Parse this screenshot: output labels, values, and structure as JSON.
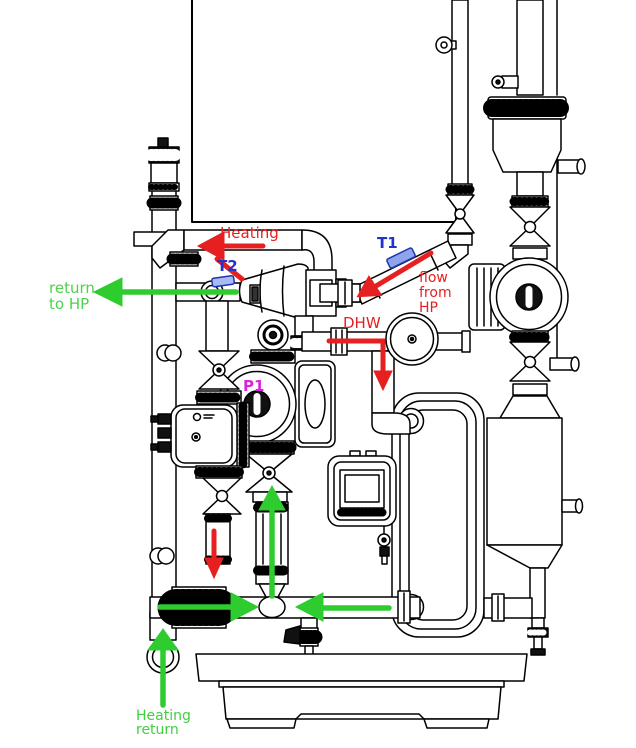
{
  "diagram": {
    "type": "piping-schematic",
    "description": "Heat pump hydronic module line drawing with flow annotations",
    "labels": {
      "heating_supply": "Heating",
      "sensor_t1": "T1",
      "sensor_t2": "T2",
      "dhw": "DHW",
      "pump_p1": "P1",
      "return_to_hp_line1": "return",
      "return_to_hp_line2": "to HP",
      "flow_from_hp_line1": "flow",
      "flow_from_hp_line2": "from",
      "flow_from_hp_line3": "HP",
      "heating_return_line1": "Heating",
      "heating_return_line2": "return"
    },
    "colors": {
      "line_art": "#000000",
      "background": "#ffffff",
      "annotation_red": "#e62020",
      "annotation_green": "#2ecc2e",
      "annotation_green_text": "#4cd24c",
      "annotation_blue": "#2233cc",
      "annotation_magenta": "#dd22dd",
      "sensor_marker_fill": "#8fa4ec"
    },
    "flow_arrows": [
      {
        "name": "heating-supply-arrow",
        "color": "red",
        "direction": "left"
      },
      {
        "name": "flow-from-hp-arrow",
        "color": "red",
        "direction": "down-left"
      },
      {
        "name": "dhw-arrow",
        "color": "red",
        "direction": "right-then-down"
      },
      {
        "name": "left-branch-down-arrow",
        "color": "red",
        "direction": "down"
      },
      {
        "name": "return-to-hp-arrow",
        "color": "green",
        "direction": "left"
      },
      {
        "name": "regulator-up-arrow",
        "color": "green",
        "direction": "up"
      },
      {
        "name": "bottom-pipe-right-arrow",
        "color": "green",
        "direction": "right"
      },
      {
        "name": "bottom-pipe-left-arrow",
        "color": "green",
        "direction": "left"
      },
      {
        "name": "heating-return-up-arrow",
        "color": "green",
        "direction": "up"
      }
    ]
  }
}
